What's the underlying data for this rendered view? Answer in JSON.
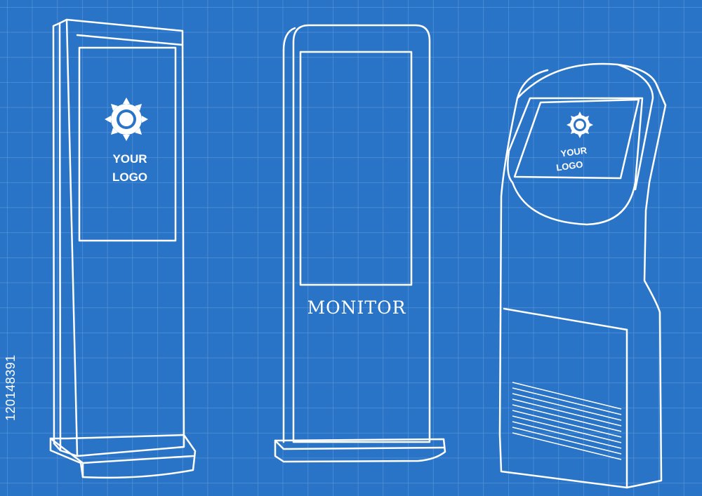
{
  "colors": {
    "background": "#2a74c7",
    "grid": "#5a97dc",
    "lines": "#ffffff"
  },
  "kiosk_left": {
    "logo_line1": "YOUR",
    "logo_line2": "LOGO",
    "icon": "sun-icon"
  },
  "kiosk_middle": {
    "label": "MONITOR"
  },
  "kiosk_right": {
    "logo_line1": "YOUR",
    "logo_line2": "LOGO",
    "icon": "sun-icon"
  },
  "stock_id": "120148391"
}
